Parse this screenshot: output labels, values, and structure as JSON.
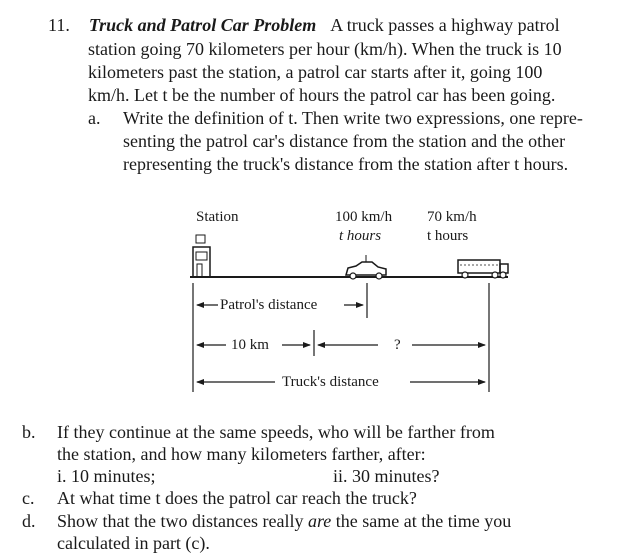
{
  "problem": {
    "number": "11.",
    "title": "Truck and Patrol Car Problem",
    "intro_lines": [
      "A truck passes a highway patrol",
      "station going 70 kilometers per hour (km/h). When the truck is 10",
      "kilometers past the station, a patrol car starts after it, going 100",
      "km/h. Let t be the number of hours the patrol car has been going."
    ]
  },
  "part_a": {
    "label": "a.",
    "lines": [
      "Write the definition of t. Then write two expressions, one repre-",
      "senting the patrol car's distance from the station and the other",
      "representing the truck's distance from the station after t hours."
    ]
  },
  "diagram": {
    "station_label": "Station",
    "patrol_speed": "100 km/h",
    "patrol_time": "t hours",
    "truck_speed": "70 km/h",
    "truck_time": "t hours",
    "patrol_distance_label": "Patrol's distance",
    "ten_km_label": "10 km",
    "unknown_label": "?",
    "truck_distance_label": "Truck's distance"
  },
  "part_b": {
    "label": "b.",
    "lines": [
      "If they continue at the same speeds, who will be farther from",
      "the station, and how many kilometers farther, after:"
    ],
    "sub_i": "i.   10 minutes;",
    "sub_ii": "ii.   30 minutes?"
  },
  "part_c": {
    "label": "c.",
    "text": "At what time t does the patrol car reach the truck?"
  },
  "part_d": {
    "label": "d.",
    "line1_pre": "Show that the two distances really ",
    "line1_em": "are",
    "line1_post": " the same at the time you",
    "line2": "calculated in part (c)."
  }
}
